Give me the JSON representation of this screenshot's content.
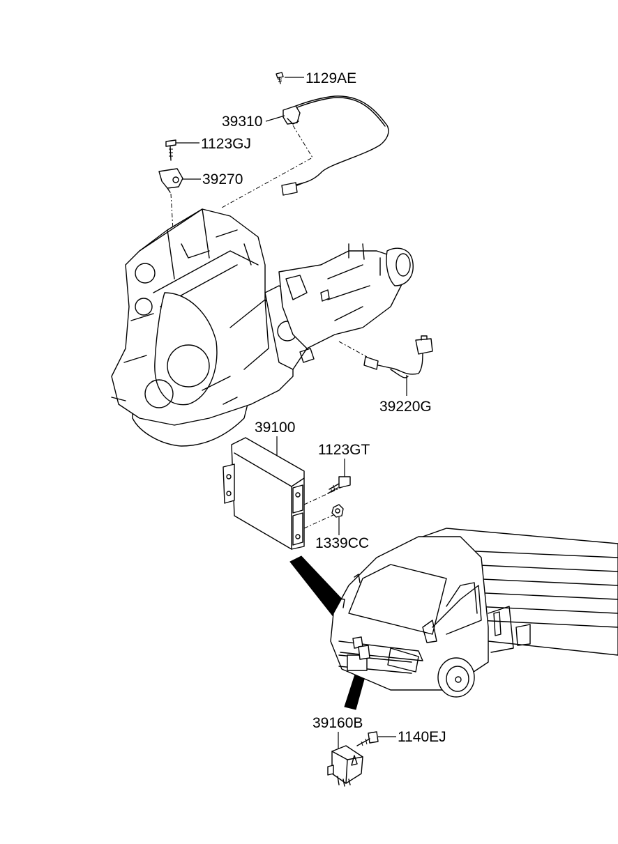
{
  "labels": {
    "p1129AE": "1129AE",
    "p39310": "39310",
    "p1123GJ": "1123GJ",
    "p39270": "39270",
    "p39220G": "39220G",
    "p39100": "39100",
    "p1123GT": "1123GT",
    "p1339CC": "1339CC",
    "p39160B": "39160B",
    "p1140EJ": "1140EJ"
  }
}
